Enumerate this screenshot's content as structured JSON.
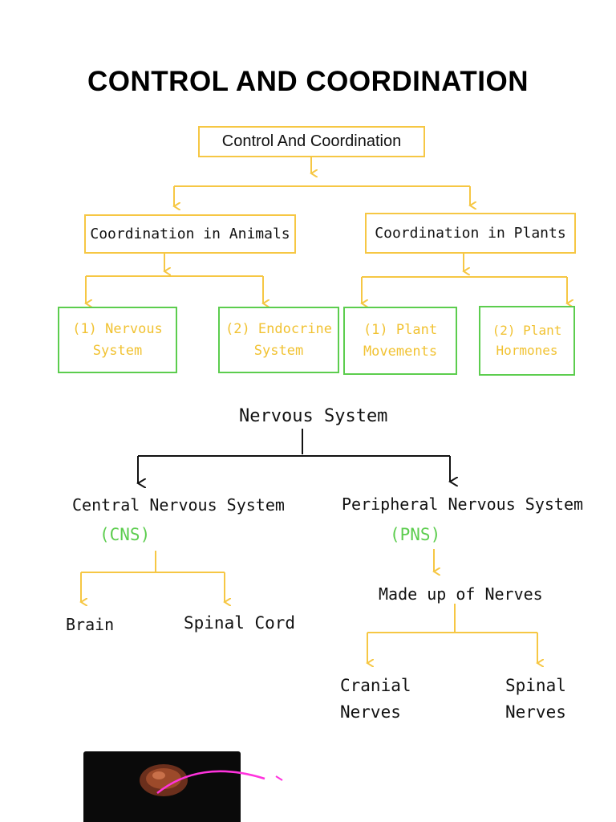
{
  "title": "CONTROL AND COORDINATION",
  "root": "Control And Coordination",
  "branches": {
    "animals": "Coordination in Animals",
    "plants": "Coordination in Plants"
  },
  "leaves": [
    {
      "line1": "(1) Nervous",
      "line2": "System"
    },
    {
      "line1": "(2) Endocrine",
      "line2": "System"
    },
    {
      "line1": "(1) Plant",
      "line2": "Movements"
    },
    {
      "line1": "(2) Plant",
      "line2": "Hormones"
    }
  ],
  "nervous": {
    "heading": "Nervous System",
    "cns": {
      "name": "Central Nervous System",
      "abbr": "(CNS)",
      "children": [
        "Brain",
        "Spinal Cord"
      ]
    },
    "pns": {
      "name": "Peripheral Nervous System",
      "abbr": "(PNS)",
      "made_of": "Made up of Nerves",
      "children": [
        {
          "line1": "Cranial",
          "line2": "Nerves"
        },
        {
          "line1": "Spinal",
          "line2": "Nerves"
        }
      ]
    }
  },
  "colors": {
    "box_yellow": "#f6c744",
    "box_green": "#5ccd4e",
    "arrow_yellow": "#f6c744",
    "arrow_black": "#111111",
    "photo_stroke": "#ff33dd"
  }
}
